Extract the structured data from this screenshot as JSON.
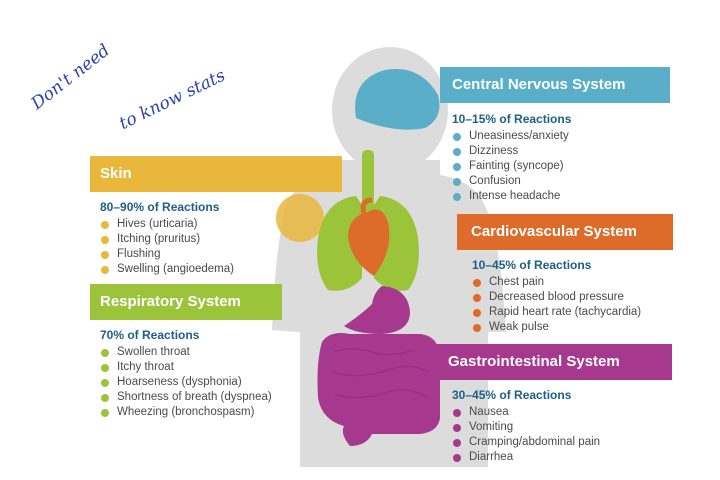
{
  "handwritten_note": {
    "line1": "Don't need",
    "line2": "to know stats"
  },
  "colors": {
    "cns": "#5aaec8",
    "skin": "#e8b73c",
    "cardio": "#dd6b2a",
    "respiratory": "#9cc43b",
    "gi": "#a6388e",
    "body": "#dcdcdc",
    "pct_text": "#1e5f86"
  },
  "systems": {
    "cns": {
      "title": "Central Nervous System",
      "pct": "10–15% of Reactions",
      "items": [
        "Uneasiness/anxiety",
        "Dizziness",
        "Fainting (syncope)",
        "Confusion",
        "Intense headache"
      ]
    },
    "skin": {
      "title": "Skin",
      "pct": "80–90% of Reactions",
      "items": [
        "Hives (urticaria)",
        "Itching (pruritus)",
        "Flushing",
        "Swelling (angioedema)"
      ]
    },
    "cardio": {
      "title": "Cardiovascular System",
      "pct": "10–45% of Reactions",
      "items": [
        "Chest pain",
        "Decreased blood pressure",
        "Rapid heart rate (tachycardia)",
        "Weak pulse"
      ]
    },
    "respiratory": {
      "title": "Respiratory System",
      "pct": "70% of Reactions",
      "items": [
        "Swollen throat",
        "Itchy throat",
        "Hoarseness (dysphonia)",
        "Shortness of breath (dyspnea)",
        "Wheezing (bronchospasm)"
      ]
    },
    "gi": {
      "title": "Gastrointestinal System",
      "pct": "30–45% of Reactions",
      "items": [
        "Nausea",
        "Vomiting",
        "Cramping/abdominal pain",
        "Diarrhea"
      ]
    }
  }
}
